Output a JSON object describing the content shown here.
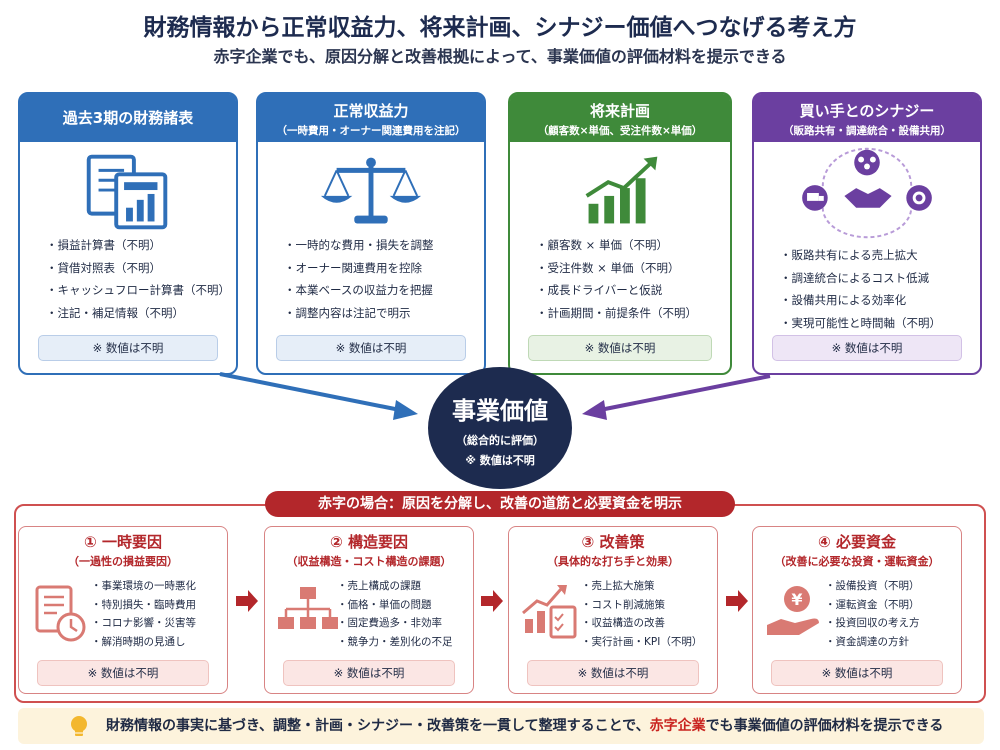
{
  "header": {
    "title": "財務情報から正常収益力、将来計画、シナジー価値へつなげる考え方",
    "subtitle": "赤字企業でも、原因分解と改善根拠によって、事業価値の評価材料を提示できる"
  },
  "cards": [
    {
      "title": "過去3期の財務諸表",
      "sub": "",
      "icon": "financial-statements-icon",
      "items": [
        "損益計算書（不明）",
        "貸借対照表（不明）",
        "キャッシュフロー計算書（不明）",
        "注記・補足情報（不明）"
      ],
      "note": "※ 数値は不明"
    },
    {
      "title": "正常収益力",
      "sub": "（一時費用・オーナー関連費用を注記）",
      "icon": "scale-icon",
      "items": [
        "一時的な費用・損失を調整",
        "オーナー関連費用を控除",
        "本業ベースの収益力を把握",
        "調整内容は注記で明示"
      ],
      "note": "※ 数値は不明"
    },
    {
      "title": "将来計画",
      "sub": "（顧客数×単価、受注件数×単価）",
      "icon": "growth-chart-icon",
      "items": [
        "顧客数 × 単価（不明）",
        "受注件数 × 単価（不明）",
        "成長ドライバーと仮説",
        "計画期間・前提条件（不明）"
      ],
      "note": "※ 数値は不明"
    },
    {
      "title": "買い手とのシナジー",
      "sub": "（販路共有・調達統合・設備共用）",
      "icon": "handshake-icon",
      "items": [
        "販路共有による売上拡大",
        "調達統合によるコスト低減",
        "設備共用による効率化",
        "実現可能性と時間軸（不明）"
      ],
      "note": "※ 数値は不明"
    }
  ],
  "center": {
    "title": "事業価値",
    "sub": "（総合的に評価）",
    "note": "※ 数値は不明"
  },
  "deficit": {
    "banner": "赤字の場合：原因を分解し、改善の道筋と必要資金を明示",
    "steps": [
      {
        "title": "① 一時要因",
        "sub": "（一過性の損益要因）",
        "icon": "document-clock-icon",
        "items": [
          "事業環境の一時悪化",
          "特別損失・臨時費用",
          "コロナ影響・災害等",
          "解消時期の見通し"
        ],
        "note": "※ 数値は不明"
      },
      {
        "title": "② 構造要因",
        "sub": "（収益構造・コスト構造の課題）",
        "icon": "org-structure-icon",
        "items": [
          "売上構成の課題",
          "価格・単価の問題",
          "固定費過多・非効率",
          "競争力・差別化の不足"
        ],
        "note": "※ 数値は不明"
      },
      {
        "title": "③ 改善策",
        "sub": "（具体的な打ち手と効果）",
        "icon": "improvement-chart-icon",
        "items": [
          "売上拡大施策",
          "コスト削減施策",
          "収益構造の改善",
          "実行計画・KPI（不明）"
        ],
        "note": "※ 数値は不明"
      },
      {
        "title": "④ 必要資金",
        "sub": "（改善に必要な投資・運転資金）",
        "icon": "yen-hand-icon",
        "items": [
          "設備投資（不明）",
          "運転資金（不明）",
          "投資回収の考え方",
          "資金調達の方針"
        ],
        "note": "※ 数値は不明"
      }
    ]
  },
  "footer": {
    "text_before": "財務情報の事実に基づき、調整・計画・シナジー・改善策を一貫して整理することで、",
    "highlight": "赤字企業",
    "text_after": "でも事業価値の評価材料を提示できる"
  },
  "colors": {
    "navy": "#1d2b4f",
    "blue": "#2f6fb8",
    "green": "#3f8a3a",
    "purple": "#6b3fa0",
    "red": "#b3272b"
  }
}
